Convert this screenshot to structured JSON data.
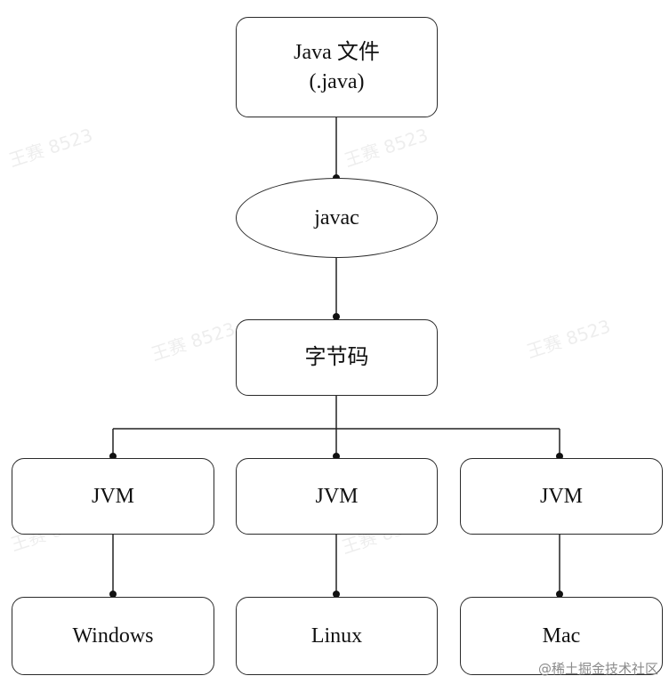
{
  "diagram": {
    "source": {
      "line1": "Java 文件",
      "line2": "(.java)"
    },
    "compiler": "javac",
    "bytecode": "字节码",
    "jvms": [
      "JVM",
      "JVM",
      "JVM"
    ],
    "platforms": [
      "Windows",
      "Linux",
      "Mac"
    ]
  },
  "watermark": "王赛 8523",
  "credit": "@稀土掘金技术社区"
}
